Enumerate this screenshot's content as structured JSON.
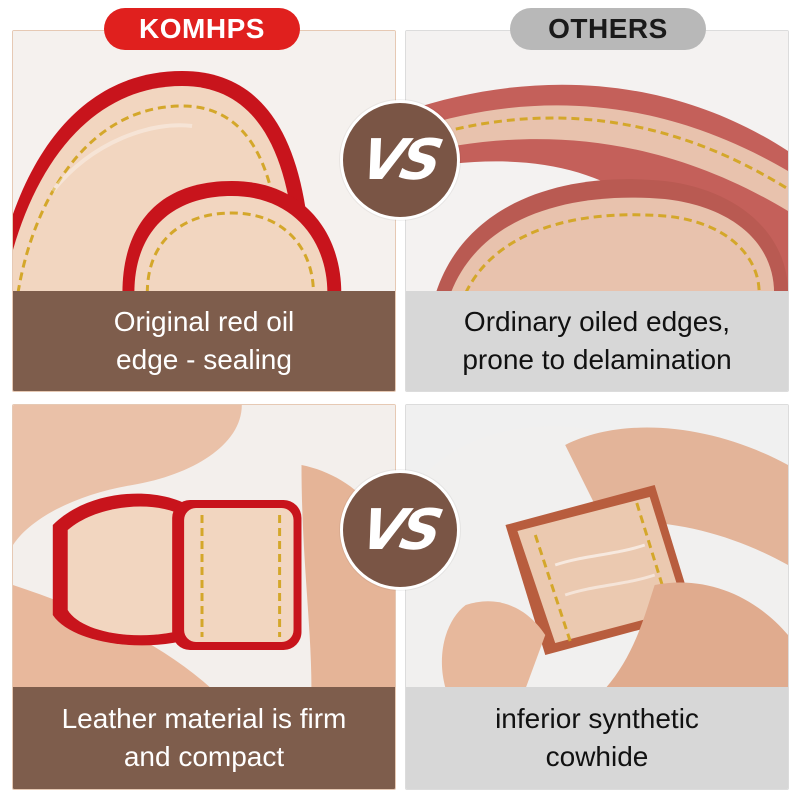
{
  "left_badge": {
    "label": "KOMHPS",
    "color": "#e0201e"
  },
  "right_badge": {
    "label": "OTHERS",
    "color": "#b8b8b8"
  },
  "vs_top": {
    "label": "VS"
  },
  "vs_bottom": {
    "label": "VS"
  },
  "panels": [
    {
      "caption_line1": "Original red oil",
      "caption_line2": "edge - sealing"
    },
    {
      "caption_line1": "Ordinary oiled edges,",
      "caption_line2": "prone to delamination"
    },
    {
      "caption_line1": "Leather material is firm",
      "caption_line2": "and compact"
    },
    {
      "caption_line1": "inferior synthetic",
      "caption_line2": "cowhide"
    }
  ],
  "colors": {
    "accent_brown": "#7a5545",
    "caption_brown": "#7e5d4c",
    "caption_gray": "#d7d7d7",
    "red_edge": "#c8141c",
    "leather": "#f2d6c0",
    "stitch": "#d4a72a"
  }
}
